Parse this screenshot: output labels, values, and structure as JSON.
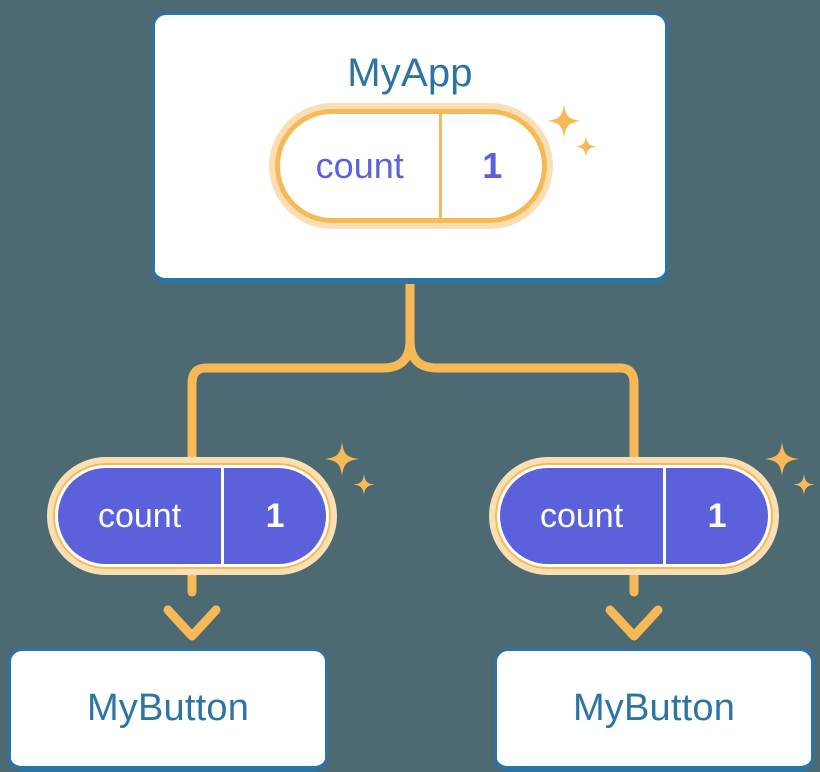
{
  "theme": {
    "background": "#4d6a73",
    "card_border": "#2c74a3",
    "card_text": "#2c74a3",
    "card_fill": "#ffffff",
    "accent_orange": "#f7b955",
    "accent_orange_soft": "#fbdfb4",
    "state_indigo": "#5b61db",
    "state_text_light": "#ffffff"
  },
  "diagram": {
    "type": "component-tree",
    "root": {
      "label": "MyApp",
      "state": {
        "key": "count",
        "value": "1",
        "highlighted": true
      }
    },
    "children": [
      {
        "label": "MyButton",
        "state": {
          "key": "count",
          "value": "1",
          "highlighted": true
        }
      },
      {
        "label": "MyButton",
        "state": {
          "key": "count",
          "value": "1",
          "highlighted": true
        }
      }
    ]
  },
  "icons": {
    "sparkle": "sparkle-icon"
  }
}
